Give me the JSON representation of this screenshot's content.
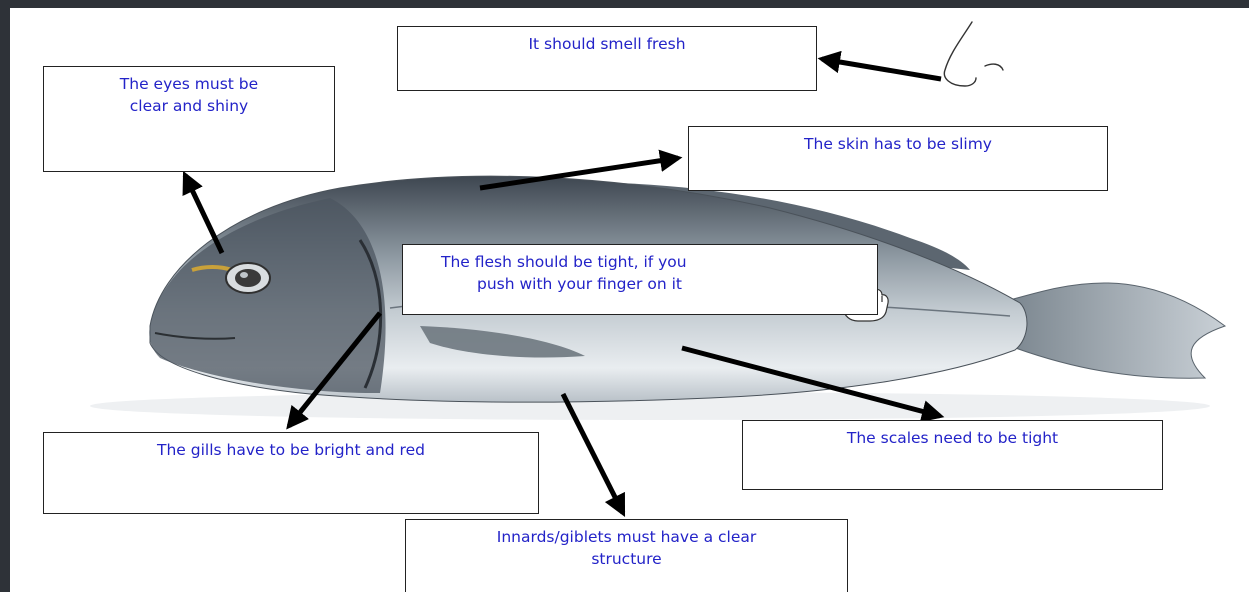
{
  "labels": {
    "smell": "It should smell fresh",
    "eyes": [
      "The eyes must be",
      "clear and shiny"
    ],
    "skin": "The skin has to be slimy",
    "flesh": [
      "The flesh should be tight, if you",
      "push with your finger on it"
    ],
    "gills": "The gills have to be bright and red",
    "scales": "The scales need to be tight",
    "innards": [
      "Innards/giblets must have a clear",
      "structure"
    ]
  },
  "icons": {
    "nose": "nose-icon",
    "finger": "pointing-finger-icon",
    "fish": "fish-image"
  },
  "colors": {
    "text": "#2323c8",
    "arrow": "#000000"
  }
}
